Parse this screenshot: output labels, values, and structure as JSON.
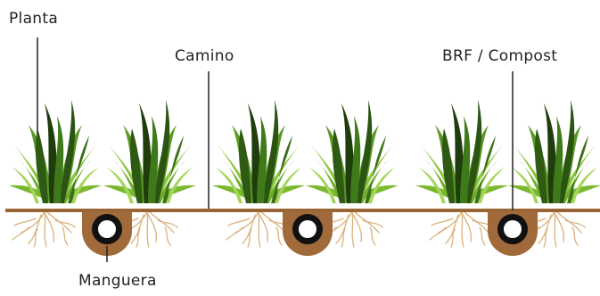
{
  "labels": {
    "plant": "Planta",
    "path": "Camino",
    "mulch": "BRF / Compost",
    "hose": "Manguera"
  },
  "colors": {
    "soil_line": "#9a6535",
    "mulch_fill": "#a06a3a",
    "hose_ring": "#111111",
    "hose_core": "#ffffff",
    "roots": "#d9b27c",
    "leaf_light": "#7cb82f",
    "leaf_mid": "#3f7a1a",
    "leaf_dark": "#1f3d0c",
    "leader_line": "#222222",
    "label_text": "#222222"
  },
  "icons": [
    "plant-icon",
    "hose-icon",
    "roots-icon"
  ]
}
